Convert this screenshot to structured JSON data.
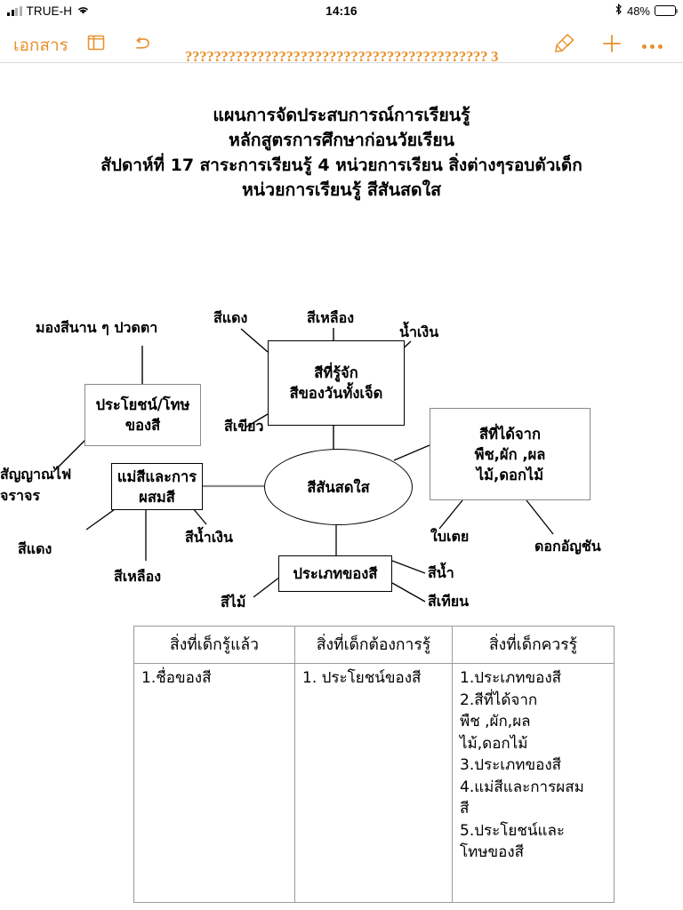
{
  "statusbar": {
    "carrier": "TRUE-H",
    "wifi_icon": "wifi-icon",
    "time": "14:16",
    "bluetooth_icon": "bluetooth-icon",
    "battery_percent": "48%",
    "battery_level": 48
  },
  "toolbar": {
    "back_label": "เอกสาร",
    "sidebar_icon": "sidebar-icon",
    "undo_icon": "undo-icon",
    "document_title": "?????????????????????????????????????????? 3",
    "markup_icon": "markup-pen-icon",
    "add_icon": "plus-icon",
    "more_icon": "more-ellipsis-icon",
    "accent_color": "#e8912d"
  },
  "document": {
    "title_lines": [
      "แผนการจัดประสบการณ์การเรียนรู้",
      "หลักสูตรการศึกษาก่อนวัยเรียน",
      "สัปดาห์ที่  17  สาระการเรียนรู้  4   หน่วยการเรียน   สิ่งต่างๆรอบตัวเด็ก",
      "หน่วยการเรียนรู้ สีสันสดใส"
    ],
    "diagram": {
      "center_node": "สีสันสดใส",
      "nodes": [
        {
          "id": "benefit",
          "text": "ประโยชน์/โทษ\nของสี"
        },
        {
          "id": "known",
          "text": "สีที่รู้จัก\nสีของวันทั้งเจ็ด"
        },
        {
          "id": "fromplant",
          "text": "สีที่ได้จาก\nพืช,ผัก ,ผล\nไม้,ดอกไม้"
        },
        {
          "id": "primary",
          "text": "แม่สีและการ\nผสมสี"
        },
        {
          "id": "types",
          "text": "ประเภทของสี"
        }
      ],
      "leaves": [
        {
          "id": "eye-strain",
          "text": "มองสีนาน ๆ ปวดตา"
        },
        {
          "id": "red-top",
          "text": "สีแดง"
        },
        {
          "id": "yellow-top",
          "text": "สีเหลือง"
        },
        {
          "id": "blue-top",
          "text": "น้ำเงิน"
        },
        {
          "id": "green-left",
          "text": "สีเขียว"
        },
        {
          "id": "traffic-light",
          "text": "สัญญาณไฟ\nจราจร"
        },
        {
          "id": "red-left",
          "text": "สีแดง"
        },
        {
          "id": "yellow-bottom",
          "text": "สีเหลือง"
        },
        {
          "id": "blue-primary",
          "text": "สีน้ำเงิน"
        },
        {
          "id": "pandan-leaf",
          "text": "ใบเตย"
        },
        {
          "id": "butterfly-pea",
          "text": "ดอกอัญชัน"
        },
        {
          "id": "watercolor",
          "text": "สีน้ำ"
        },
        {
          "id": "crayon",
          "text": "สีเทียน"
        },
        {
          "id": "wood-color",
          "text": "สีไม้"
        }
      ]
    },
    "kwl_table": {
      "headers": [
        "สิ่งที่เด็กรู้แล้ว",
        "สิ่งที่เด็กต้องการรู้",
        "สิ่งที่เด็กควรรู้"
      ],
      "cells": [
        "1.ชื่อของสี",
        "1. ประโยชน์ของสี",
        "1.ประเภทของสี\n2.สีที่ได้จาก\nพืช ,ผัก,ผล\nไม้,ดอกไม้\n3.ประเภทของสี\n4.แม่สีและการผสม\nสี\n5.ประโยชน์และ\nโทษของสี"
      ]
    }
  }
}
